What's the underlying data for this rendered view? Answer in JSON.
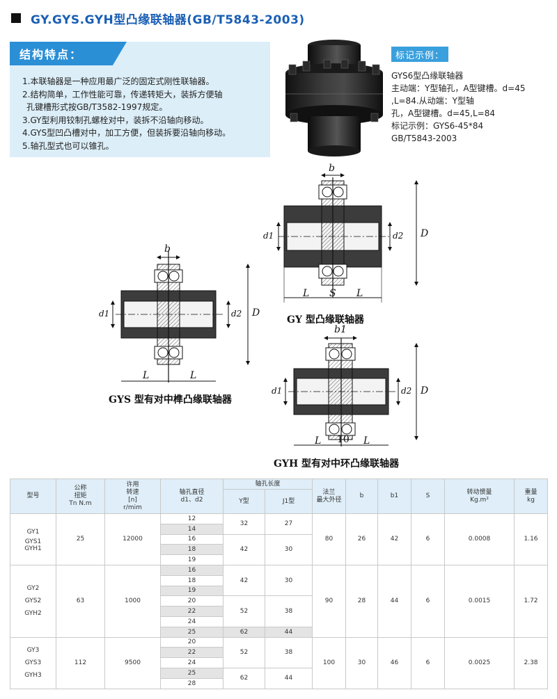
{
  "header": {
    "title": "GY.GYS.GYH型凸缘联轴器(GB/T5843-2003)"
  },
  "features": {
    "title": "结构特点：",
    "items": [
      "1.本联轴器是一种应用最广泛的固定式刚性联轴器。",
      "2.结构简单，工作性能可靠，传递转矩大，装拆方便轴",
      "孔键槽形式按GB/T3582-1997规定。",
      "3.GY型利用铰制孔螺栓对中，装拆不沿轴向移动。",
      "4.GYS型凹凸槽对中，加工方便，但装拆要沿轴向移动。",
      "5.轴孔型式也可以锥孔。"
    ]
  },
  "marking": {
    "title": "标记示例：",
    "lines": [
      "GYS6型凸缘联轴器",
      "主动端：Y型轴孔，A型键槽。d=45",
      ",L=84.从动端：Y型轴",
      "孔，A型键槽。d=45,L=84",
      "标记示例：GYS6-45*84",
      "GB/T5843-2003"
    ]
  },
  "diagrams": {
    "gy": {
      "caption": "GY 型凸缘联轴器",
      "b": "b",
      "d1": "d1",
      "d2": "d2",
      "D": "D",
      "L": "L",
      "S": "S"
    },
    "gys": {
      "caption": "GYS 型有对中榫凸缘联轴器",
      "b": "b",
      "d1": "d1",
      "d2": "d2",
      "D": "D",
      "L": "L"
    },
    "gyh": {
      "caption": "GYH 型有对中环凸缘联轴器",
      "b1": "b1",
      "d1": "d1",
      "d2": "d2",
      "D": "D",
      "L": "L",
      "ten": "10"
    }
  },
  "table": {
    "headers": {
      "model": "型号",
      "torque": [
        "公称",
        "扭矩",
        "Tn N.m"
      ],
      "speed": [
        "许用",
        "转速",
        "[n]",
        "r/mim"
      ],
      "bore": [
        "轴孔直径",
        "d1、d2"
      ],
      "length_group": "轴孔长度",
      "y": "Y型",
      "j1": "J1型",
      "flange": [
        "法兰",
        "最大外径"
      ],
      "b": "b",
      "b1": "b1",
      "s": "S",
      "inertia": [
        "转动惯量",
        "Kg.m²"
      ],
      "weight": [
        "重量",
        "kg"
      ]
    },
    "groups": [
      {
        "models": [
          "GY1",
          "GYS1",
          "GYH1"
        ],
        "torque": "25",
        "speed": "12000",
        "flange": "80",
        "b": "26",
        "b1": "42",
        "s": "6",
        "inertia": "0.0008",
        "weight": "1.16",
        "bores": [
          "12",
          "14",
          "16",
          "18",
          "19"
        ],
        "lengths": [
          {
            "y": "32",
            "j1": "27"
          },
          {
            "y": "42",
            "j1": "30"
          }
        ]
      },
      {
        "models": [
          "GY2",
          "GYS2",
          "GYH2"
        ],
        "torque": "63",
        "speed": "1000",
        "flange": "90",
        "b": "28",
        "b1": "44",
        "s": "6",
        "inertia": "0.0015",
        "weight": "1.72",
        "bores": [
          "16",
          "18",
          "19",
          "20",
          "22",
          "24",
          "25"
        ],
        "lengths": [
          {
            "y": "42",
            "j1": "30"
          },
          {
            "y": "52",
            "j1": "38"
          },
          {
            "y": "62",
            "j1": "44"
          }
        ]
      },
      {
        "models": [
          "GY3",
          "GYS3",
          "GYH3"
        ],
        "torque": "112",
        "speed": "9500",
        "flange": "100",
        "b": "30",
        "b1": "46",
        "s": "6",
        "inertia": "0.0025",
        "weight": "2.38",
        "bores": [
          "20",
          "22",
          "24",
          "25",
          "28"
        ],
        "lengths": [
          {
            "y": "52",
            "j1": "38"
          },
          {
            "y": "62",
            "j1": "44"
          }
        ]
      }
    ]
  }
}
